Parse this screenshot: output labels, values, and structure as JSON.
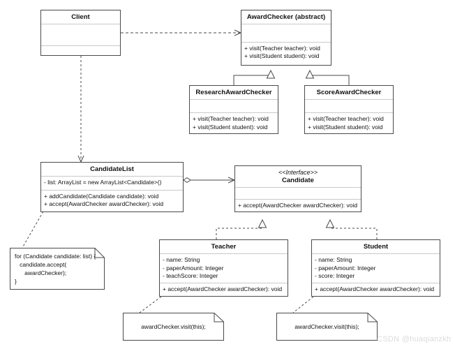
{
  "diagram": {
    "title": "Visitor pattern UML class diagram",
    "watermark": "CSDN @huaqianzkh",
    "stroke_color": "#4a4a4a",
    "divider_color": "#c9c9c9",
    "background": "#ffffff"
  },
  "classes": {
    "client": {
      "name": "Client",
      "attributes": [],
      "operations": []
    },
    "award_checker": {
      "name": "AwardChecker (abstract)",
      "attributes": [],
      "operations": [
        "+ visit(Teacher teacher): void",
        "+ visit(Student student): void"
      ]
    },
    "research_award_checker": {
      "name": "ResearchAwardChecker",
      "attributes": [],
      "operations": [
        "+ visit(Teacher teacher): void",
        "+ visit(Student student): void"
      ]
    },
    "score_award_checker": {
      "name": "ScoreAwardChecker",
      "attributes": [],
      "operations": [
        "+ visit(Teacher teacher): void",
        "+ visit(Student student): void"
      ]
    },
    "candidate_list": {
      "name": "CandidateList",
      "attributes": [
        "- list: ArrayList = new ArrayList<Candidate>()"
      ],
      "operations": [
        "+ addCandidate(Candidate candidate): void",
        "+ accept(AwardChecker awardChecker): void"
      ]
    },
    "candidate": {
      "stereotype": "<<Interface>>",
      "name": "Candidate",
      "attributes": [],
      "operations": [
        "+ accept(AwardChecker awardChecker): void"
      ]
    },
    "teacher": {
      "name": "Teacher",
      "attributes": [
        "- name: String",
        "- paperAmount: Integer",
        "- teachScore: Integer"
      ],
      "operations": [
        "+ accept(AwardChecker awardChecker): void"
      ]
    },
    "student": {
      "name": "Student",
      "attributes": [
        "- name: String",
        "- paperAmount: Integer",
        "- score: Integer"
      ],
      "operations": [
        "+ accept(AwardChecker awardChecker): void"
      ]
    }
  },
  "notes": {
    "candidate_list_note": "for (Candidate candidate: list) {\n   candidate.accept(\n      awardChecker);\n}",
    "teacher_note": "awardChecker.visit(this);",
    "student_note": "awardChecker.visit(this);"
  },
  "relationships": [
    {
      "name": "client-uses-awardchecker",
      "type": "dependency",
      "from": "Client",
      "to": "AwardChecker (abstract)"
    },
    {
      "name": "client-uses-candidatelist",
      "type": "dependency",
      "from": "Client",
      "to": "CandidateList"
    },
    {
      "name": "research-extends-awardchecker",
      "type": "generalization",
      "from": "ResearchAwardChecker",
      "to": "AwardChecker (abstract)"
    },
    {
      "name": "score-extends-awardchecker",
      "type": "generalization",
      "from": "ScoreAwardChecker",
      "to": "AwardChecker (abstract)"
    },
    {
      "name": "candidatelist-aggregates-candidate",
      "type": "aggregation",
      "from": "CandidateList",
      "to": "Candidate"
    },
    {
      "name": "teacher-implements-candidate",
      "type": "realization",
      "from": "Teacher",
      "to": "Candidate"
    },
    {
      "name": "student-implements-candidate",
      "type": "realization",
      "from": "Student",
      "to": "Candidate"
    }
  ]
}
